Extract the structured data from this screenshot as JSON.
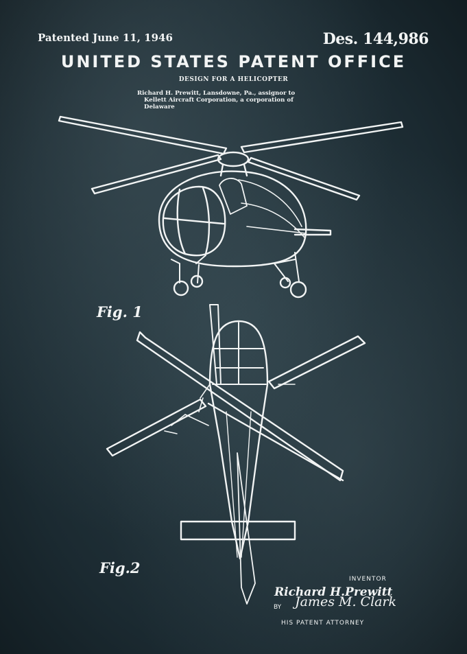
{
  "header": {
    "patented": "Patented June 11, 1946",
    "number": "Des. 144,986",
    "office": "UNITED STATES PATENT OFFICE",
    "design": "DESIGN FOR A HELICOPTER",
    "assignor_lines": [
      "Richard H. Prewitt, Lansdowne, Pa., assignor to",
      "Kellett Aircraft Corporation, a corporation of",
      "Delaware"
    ]
  },
  "figures": {
    "fig1": "Fig. 1",
    "fig2": "Fig.2"
  },
  "signatures": {
    "inventor_caption": "INVENTOR",
    "inventor_name": "Richard H.Prewitt",
    "by": "BY",
    "attorney_signature": "James M. Clark",
    "attorney_caption": "HIS PATENT ATTORNEY"
  },
  "colors": {
    "background": "#1c2c33",
    "ink": "#f2f4f4"
  }
}
